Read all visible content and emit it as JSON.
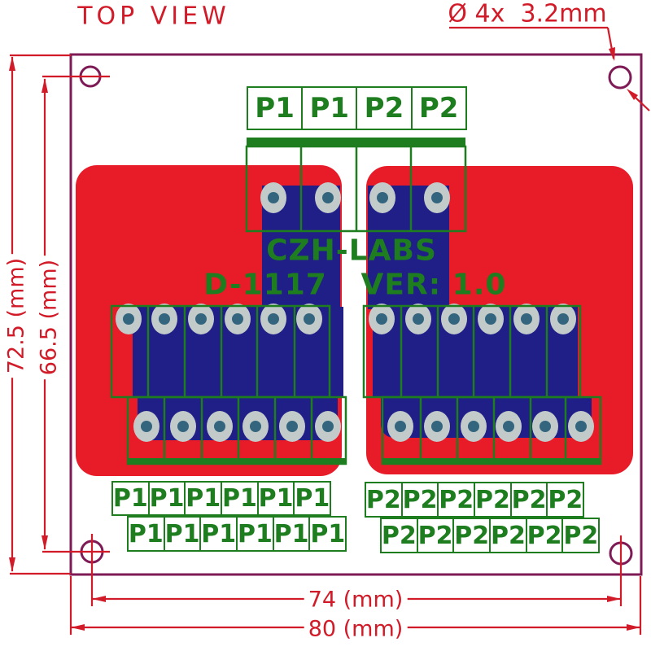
{
  "title": "TOP VIEW",
  "drill_note": "Ø 4x  3.2mm",
  "dimensions": {
    "board_height": "72.5 (mm)",
    "hole_spacing_vertical": "66.5 (mm)",
    "hole_spacing_horizontal": "74 (mm)",
    "board_width": "80 (mm)"
  },
  "board": {
    "silkscreen_brand": "CZH-LABS",
    "silkscreen_model": "D-1117",
    "silkscreen_version": "VER: 1.0",
    "top_terminal_labels": [
      "P1",
      "P1",
      "P2",
      "P2"
    ],
    "bottom_left_labels_row1": [
      "P1",
      "P1",
      "P1",
      "P1",
      "P1",
      "P1"
    ],
    "bottom_left_labels_row2": [
      "P1",
      "P1",
      "P1",
      "P1",
      "P1",
      "P1"
    ],
    "bottom_right_labels_row1": [
      "P2",
      "P2",
      "P2",
      "P2",
      "P2",
      "P2"
    ],
    "bottom_right_labels_row2": [
      "P2",
      "P2",
      "P2",
      "P2",
      "P2",
      "P2"
    ]
  },
  "colors": {
    "pcb_red": "#e81b29",
    "terminal_blue": "#1f1f87",
    "silkscreen_green": "#1e7d1f",
    "board_outline_purple": "#7e1b56",
    "dimension_red": "#d11b28",
    "screw_gray": "#c2cbca",
    "screw_center": "#34657f"
  }
}
